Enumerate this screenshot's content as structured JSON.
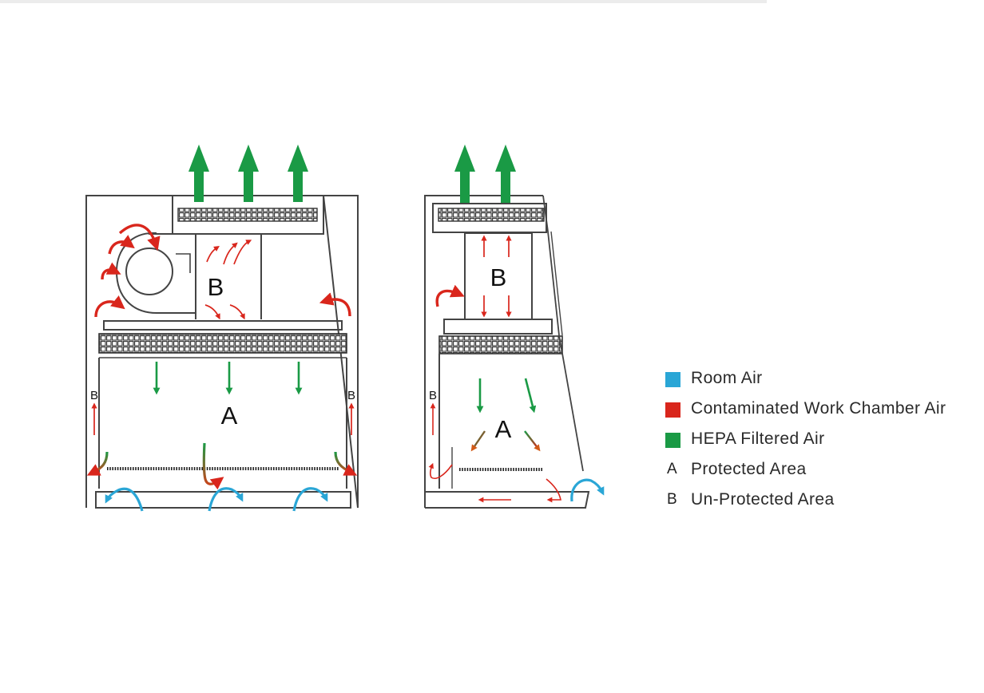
{
  "colors": {
    "room_air": "#2aa6d6",
    "contaminated": "#d9261c",
    "hepa": "#1a9a45",
    "outline": "#444444"
  },
  "front_view": {
    "label_b_chamber": "B",
    "label_a_area": "A",
    "label_b_left": "B",
    "label_b_right": "B"
  },
  "side_view": {
    "label_b_chamber": "B",
    "label_a_area": "A",
    "label_b_left": "B"
  },
  "legend": [
    {
      "kind": "swatch",
      "color": "#2aa6d6",
      "label": "Room Air"
    },
    {
      "kind": "swatch",
      "color": "#d9261c",
      "label": "Contaminated Work Chamber Air"
    },
    {
      "kind": "swatch",
      "color": "#1a9a45",
      "label": "HEPA Filtered Air"
    },
    {
      "kind": "letter",
      "letter": "A",
      "label": "Protected Area"
    },
    {
      "kind": "letter",
      "letter": "B",
      "label": "Un-Protected Area"
    }
  ]
}
